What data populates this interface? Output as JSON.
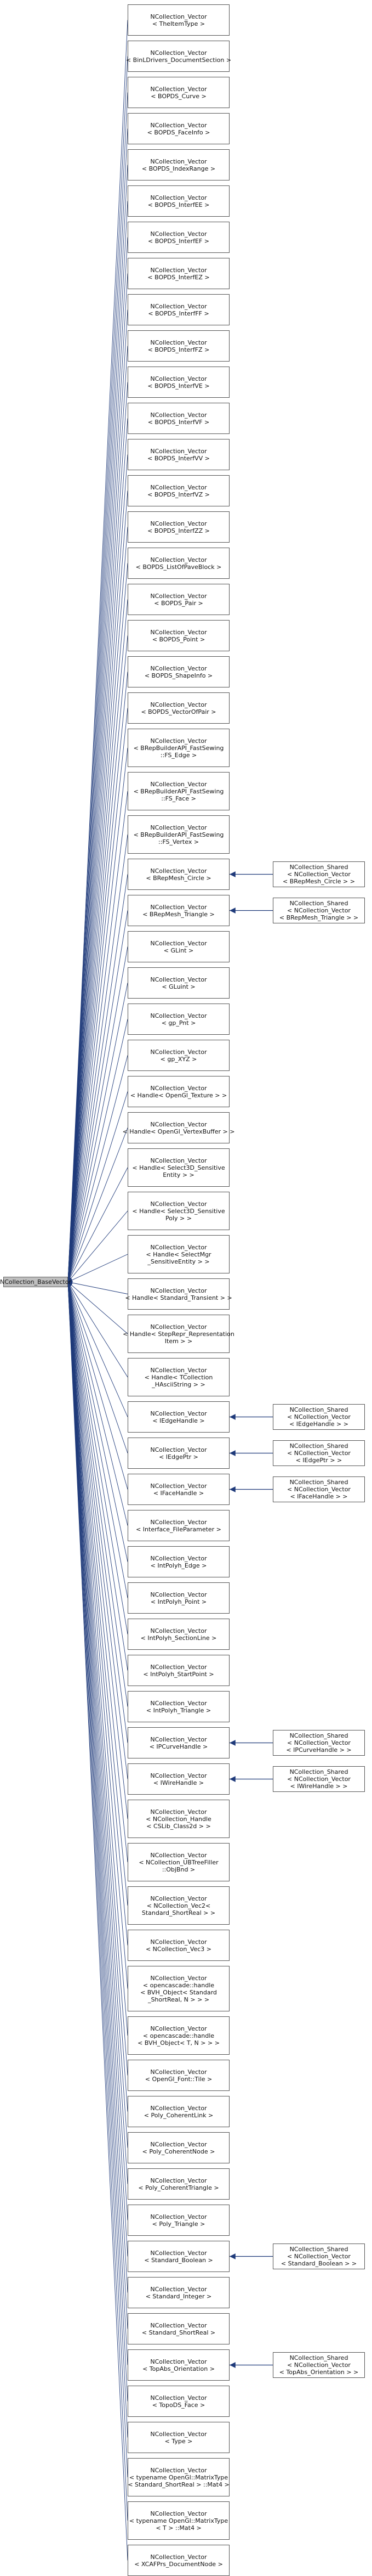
{
  "root": {
    "lines": [
      "NCollection_BaseVector"
    ]
  },
  "children": [
    {
      "lines": [
        "NCollection_Vector",
        "< TheItemType >"
      ]
    },
    {
      "lines": [
        "NCollection_Vector",
        "< BinLDrivers_DocumentSection >"
      ]
    },
    {
      "lines": [
        "NCollection_Vector",
        "< BOPDS_Curve >"
      ]
    },
    {
      "lines": [
        "NCollection_Vector",
        "< BOPDS_FaceInfo >"
      ]
    },
    {
      "lines": [
        "NCollection_Vector",
        "< BOPDS_IndexRange >"
      ]
    },
    {
      "lines": [
        "NCollection_Vector",
        "< BOPDS_InterfEE >"
      ]
    },
    {
      "lines": [
        "NCollection_Vector",
        "< BOPDS_InterfEF >"
      ]
    },
    {
      "lines": [
        "NCollection_Vector",
        "< BOPDS_InterfEZ >"
      ]
    },
    {
      "lines": [
        "NCollection_Vector",
        "< BOPDS_InterfFF >"
      ]
    },
    {
      "lines": [
        "NCollection_Vector",
        "< BOPDS_InterfFZ >"
      ]
    },
    {
      "lines": [
        "NCollection_Vector",
        "< BOPDS_InterfVE >"
      ]
    },
    {
      "lines": [
        "NCollection_Vector",
        "< BOPDS_InterfVF >"
      ]
    },
    {
      "lines": [
        "NCollection_Vector",
        "< BOPDS_InterfVV >"
      ]
    },
    {
      "lines": [
        "NCollection_Vector",
        "< BOPDS_InterfVZ >"
      ]
    },
    {
      "lines": [
        "NCollection_Vector",
        "< BOPDS_InterfZZ >"
      ]
    },
    {
      "lines": [
        "NCollection_Vector",
        "< BOPDS_ListOfPaveBlock >"
      ]
    },
    {
      "lines": [
        "NCollection_Vector",
        "< BOPDS_Pair >"
      ]
    },
    {
      "lines": [
        "NCollection_Vector",
        "< BOPDS_Point >"
      ]
    },
    {
      "lines": [
        "NCollection_Vector",
        "< BOPDS_ShapeInfo >"
      ]
    },
    {
      "lines": [
        "NCollection_Vector",
        "< BOPDS_VectorOfPair >"
      ]
    },
    {
      "lines": [
        "NCollection_Vector",
        "< BRepBuilderAPI_FastSewing",
        "::FS_Edge >"
      ]
    },
    {
      "lines": [
        "NCollection_Vector",
        "< BRepBuilderAPI_FastSewing",
        "::FS_Face >"
      ]
    },
    {
      "lines": [
        "NCollection_Vector",
        "< BRepBuilderAPI_FastSewing",
        "::FS_Vertex >"
      ]
    },
    {
      "lines": [
        "NCollection_Vector",
        "< BRepMesh_Circle >"
      ],
      "derived": {
        "lines": [
          "NCollection_Shared",
          "< NCollection_Vector",
          "< BRepMesh_Circle > >"
        ]
      }
    },
    {
      "lines": [
        "NCollection_Vector",
        "< BRepMesh_Triangle >"
      ],
      "derived": {
        "lines": [
          "NCollection_Shared",
          "< NCollection_Vector",
          "< BRepMesh_Triangle > >"
        ]
      }
    },
    {
      "lines": [
        "NCollection_Vector",
        "< GLint >"
      ]
    },
    {
      "lines": [
        "NCollection_Vector",
        "< GLuint >"
      ]
    },
    {
      "lines": [
        "NCollection_Vector",
        "< gp_Pnt >"
      ]
    },
    {
      "lines": [
        "NCollection_Vector",
        "< gp_XYZ >"
      ]
    },
    {
      "lines": [
        "NCollection_Vector",
        "< Handle< OpenGl_Texture > >"
      ]
    },
    {
      "lines": [
        "NCollection_Vector",
        "< Handle< OpenGl_VertexBuffer > >"
      ]
    },
    {
      "lines": [
        "NCollection_Vector",
        "< Handle< Select3D_Sensitive",
        "Entity > >"
      ]
    },
    {
      "lines": [
        "NCollection_Vector",
        "< Handle< Select3D_Sensitive",
        "Poly > >"
      ]
    },
    {
      "lines": [
        "NCollection_Vector",
        "< Handle< SelectMgr",
        "_SensitiveEntity > >"
      ]
    },
    {
      "lines": [
        "NCollection_Vector",
        "< Handle< Standard_Transient > >"
      ]
    },
    {
      "lines": [
        "NCollection_Vector",
        "< Handle< StepRepr_Representation",
        "Item > >"
      ]
    },
    {
      "lines": [
        "NCollection_Vector",
        "< Handle< TCollection",
        "_HAsciiString > >"
      ]
    },
    {
      "lines": [
        "NCollection_Vector",
        "< IEdgeHandle >"
      ],
      "derived": {
        "lines": [
          "NCollection_Shared",
          "< NCollection_Vector",
          "< IEdgeHandle > >"
        ]
      }
    },
    {
      "lines": [
        "NCollection_Vector",
        "< IEdgePtr >"
      ],
      "derived": {
        "lines": [
          "NCollection_Shared",
          "< NCollection_Vector",
          "< IEdgePtr > >"
        ]
      }
    },
    {
      "lines": [
        "NCollection_Vector",
        "< IFaceHandle >"
      ],
      "derived": {
        "lines": [
          "NCollection_Shared",
          "< NCollection_Vector",
          "< IFaceHandle > >"
        ]
      }
    },
    {
      "lines": [
        "NCollection_Vector",
        "< Interface_FileParameter >"
      ]
    },
    {
      "lines": [
        "NCollection_Vector",
        "< IntPolyh_Edge >"
      ]
    },
    {
      "lines": [
        "NCollection_Vector",
        "< IntPolyh_Point >"
      ]
    },
    {
      "lines": [
        "NCollection_Vector",
        "< IntPolyh_SectionLine >"
      ]
    },
    {
      "lines": [
        "NCollection_Vector",
        "< IntPolyh_StartPoint >"
      ]
    },
    {
      "lines": [
        "NCollection_Vector",
        "< IntPolyh_Triangle >"
      ]
    },
    {
      "lines": [
        "NCollection_Vector",
        "< IPCurveHandle >"
      ],
      "derived": {
        "lines": [
          "NCollection_Shared",
          "< NCollection_Vector",
          "< IPCurveHandle > >"
        ]
      }
    },
    {
      "lines": [
        "NCollection_Vector",
        "< IWireHandle >"
      ],
      "derived": {
        "lines": [
          "NCollection_Shared",
          "< NCollection_Vector",
          "< IWireHandle > >"
        ]
      }
    },
    {
      "lines": [
        "NCollection_Vector",
        "< NCollection_Handle",
        "< CSLib_Class2d > >"
      ]
    },
    {
      "lines": [
        "NCollection_Vector",
        "< NCollection_UBTreeFiller",
        "::ObjBnd >"
      ]
    },
    {
      "lines": [
        "NCollection_Vector",
        "< NCollection_Vec2<",
        "Standard_ShortReal > >"
      ]
    },
    {
      "lines": [
        "NCollection_Vector",
        "< NCollection_Vec3 >"
      ]
    },
    {
      "lines": [
        "NCollection_Vector",
        "< opencascade::handle",
        "< BVH_Object< Standard",
        "_ShortReal, N > > >"
      ]
    },
    {
      "lines": [
        "NCollection_Vector",
        "< opencascade::handle",
        "< BVH_Object< T, N > > >"
      ]
    },
    {
      "lines": [
        "NCollection_Vector",
        "< OpenGl_Font::Tile >"
      ]
    },
    {
      "lines": [
        "NCollection_Vector",
        "< Poly_CoherentLink >"
      ]
    },
    {
      "lines": [
        "NCollection_Vector",
        "< Poly_CoherentNode >"
      ]
    },
    {
      "lines": [
        "NCollection_Vector",
        "< Poly_CoherentTriangle >"
      ]
    },
    {
      "lines": [
        "NCollection_Vector",
        "< Poly_Triangle >"
      ]
    },
    {
      "lines": [
        "NCollection_Vector",
        "< Standard_Boolean >"
      ],
      "derived": {
        "lines": [
          "NCollection_Shared",
          "< NCollection_Vector",
          "< Standard_Boolean > >"
        ]
      }
    },
    {
      "lines": [
        "NCollection_Vector",
        "< Standard_Integer >"
      ]
    },
    {
      "lines": [
        "NCollection_Vector",
        "< Standard_ShortReal >"
      ]
    },
    {
      "lines": [
        "NCollection_Vector",
        "< TopAbs_Orientation >"
      ],
      "derived": {
        "lines": [
          "NCollection_Shared",
          "< NCollection_Vector",
          "< TopAbs_Orientation > >"
        ]
      }
    },
    {
      "lines": [
        "NCollection_Vector",
        "< TopoDS_Face >"
      ]
    },
    {
      "lines": [
        "NCollection_Vector",
        "< Type >"
      ]
    },
    {
      "lines": [
        "NCollection_Vector",
        "< typename OpenGl::MatrixType",
        "< Standard_ShortReal > ::Mat4 >"
      ]
    },
    {
      "lines": [
        "NCollection_Vector",
        "< typename OpenGl::MatrixType",
        "< T > ::Mat4 >"
      ]
    },
    {
      "lines": [
        "NCollection_Vector",
        "< XCAFPrs_DocumentNode >"
      ]
    }
  ],
  "colors": {
    "root_fill": "#bfbfbf",
    "node_border": "#555555",
    "edge": "#1f3a7a"
  }
}
